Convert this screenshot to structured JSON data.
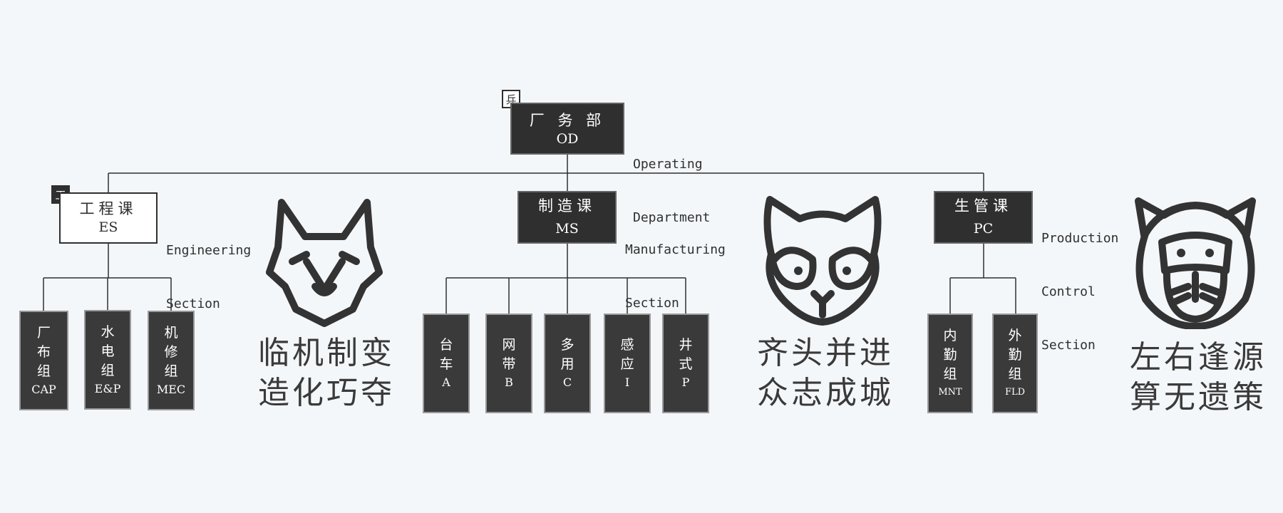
{
  "root": {
    "badge": "兵",
    "title_zh": "厂 务 部",
    "title_en": "OD",
    "desc": [
      "Operating",
      "Department"
    ]
  },
  "sections": [
    {
      "key": "es",
      "badge": "工",
      "title_zh": "工程课",
      "title_en": "ES",
      "desc": [
        "Engineering",
        "Section"
      ],
      "leaves": [
        {
          "zh": [
            "厂",
            "布",
            "组"
          ],
          "code": "CAP"
        },
        {
          "zh": [
            "水",
            "电",
            "组"
          ],
          "code": "E&P"
        },
        {
          "zh": [
            "机",
            "修",
            "组"
          ],
          "code": "MEC"
        }
      ],
      "icon": "lynx-icon",
      "slogan": [
        "临机制变",
        "造化巧夺"
      ]
    },
    {
      "key": "ms",
      "title_zh": "制造课",
      "title_en": "MS",
      "desc": [
        "Manufacturing",
        "Section"
      ],
      "leaves": [
        {
          "zh": [
            "台",
            "车"
          ],
          "code": "A"
        },
        {
          "zh": [
            "网",
            "带"
          ],
          "code": "B"
        },
        {
          "zh": [
            "多",
            "用"
          ],
          "code": "C"
        },
        {
          "zh": [
            "感",
            "应"
          ],
          "code": "I"
        },
        {
          "zh": [
            "井",
            "式"
          ],
          "code": "P"
        }
      ],
      "icon": "raccoon-icon",
      "slogan": [
        "齐头并进",
        "众志成城"
      ]
    },
    {
      "key": "pc",
      "title_zh": "生管课",
      "title_en": "PC",
      "desc": [
        "Production",
        "Control",
        "Section"
      ],
      "leaves": [
        {
          "zh": [
            "内",
            "勤",
            "组"
          ],
          "code": "MNT"
        },
        {
          "zh": [
            "外",
            "勤",
            "组"
          ],
          "code": "FLD"
        }
      ],
      "icon": "monkey-icon",
      "slogan": [
        "左右逢源",
        "算无遗策"
      ]
    }
  ],
  "colors": {
    "dark_node": "#2f2f2f",
    "background": "#f4f7fa",
    "leaf": "#3a3a3a"
  }
}
